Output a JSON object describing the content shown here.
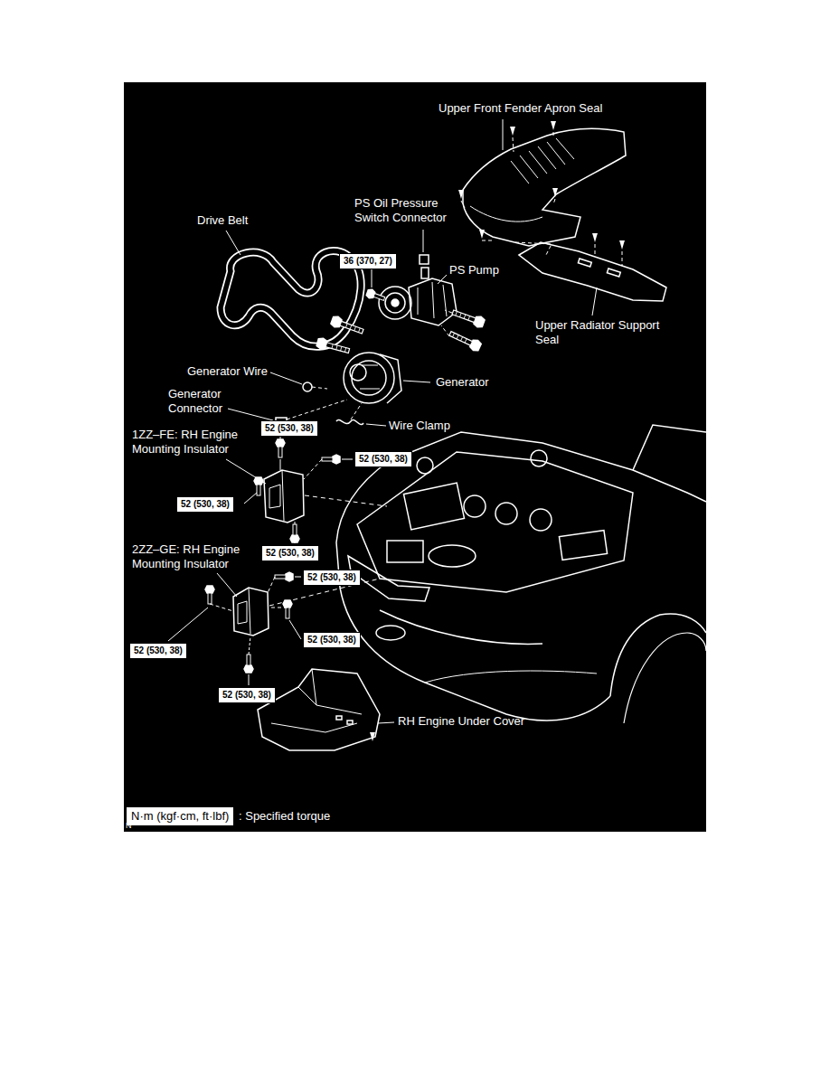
{
  "diagram": {
    "nodes": [
      {
        "text": [
          "36 (370, 27)"
        ]
      },
      {
        "text": [
          "52 (530, 38)"
        ]
      },
      {
        "text": [
          "52 (530, 38)"
        ]
      },
      {
        "text": [
          "52 (530, 38)"
        ]
      },
      {
        "text": [
          "52 (530, 38)"
        ]
      },
      {
        "text": [
          "52 (530, 38)"
        ]
      },
      {
        "text": [
          "52 (530, 38)"
        ]
      },
      {
        "text": [
          "52 (530, 38)"
        ]
      },
      {
        "text": [
          "52 (530, 38)"
        ]
      },
      {
        "text": [
          "N·m (kgf·cm, ft·lbf)"
        ]
      }
    ],
    "labels": [
      "Upper Front Fender Apron Seal",
      "PS Oil Pressure Switch Connector",
      "Drive Belt",
      "PS Pump",
      "Upper Radiator Support Seal",
      "Generator Wire",
      "Generator",
      "Generator Connector",
      "Wire Clamp",
      "1ZZ–FE: RH Engine Mounting Insulator",
      "2ZZ–GE: RH Engine Mounting Insulator",
      "RH Engine Under Cover",
      ": Specified torque",
      "N"
    ]
  }
}
